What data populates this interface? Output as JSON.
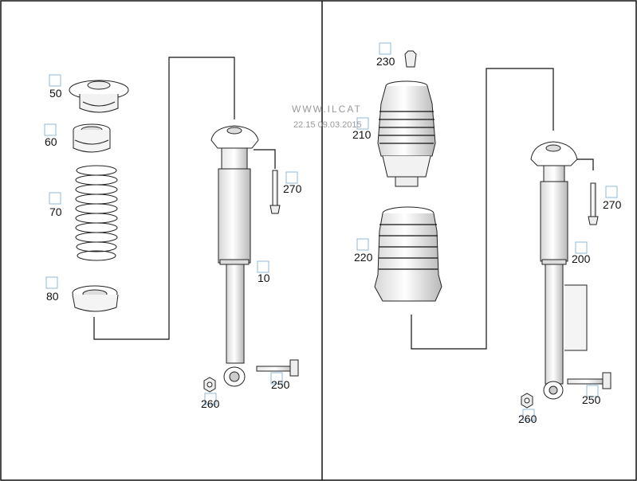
{
  "watermark": {
    "line1": "WWW.ILCAT",
    "line2": "22.15 09.03.2015"
  },
  "left_panel": {
    "callouts": [
      {
        "id": "50",
        "label": "50"
      },
      {
        "id": "60",
        "label": "60"
      },
      {
        "id": "70",
        "label": "70"
      },
      {
        "id": "80",
        "label": "80"
      },
      {
        "id": "10",
        "label": "10"
      },
      {
        "id": "270",
        "label": "270"
      },
      {
        "id": "250",
        "label": "250"
      },
      {
        "id": "260",
        "label": "260"
      }
    ]
  },
  "right_panel": {
    "callouts": [
      {
        "id": "230",
        "label": "230"
      },
      {
        "id": "210",
        "label": "210"
      },
      {
        "id": "220",
        "label": "220"
      },
      {
        "id": "200",
        "label": "200"
      },
      {
        "id": "270",
        "label": "270"
      },
      {
        "id": "250",
        "label": "250"
      },
      {
        "id": "260",
        "label": "260"
      }
    ]
  },
  "colors": {
    "frame": "#111111",
    "callout_box": "#8fb8d8",
    "part_fill": "#ffffff",
    "part_shade": "#cfcfcf"
  }
}
